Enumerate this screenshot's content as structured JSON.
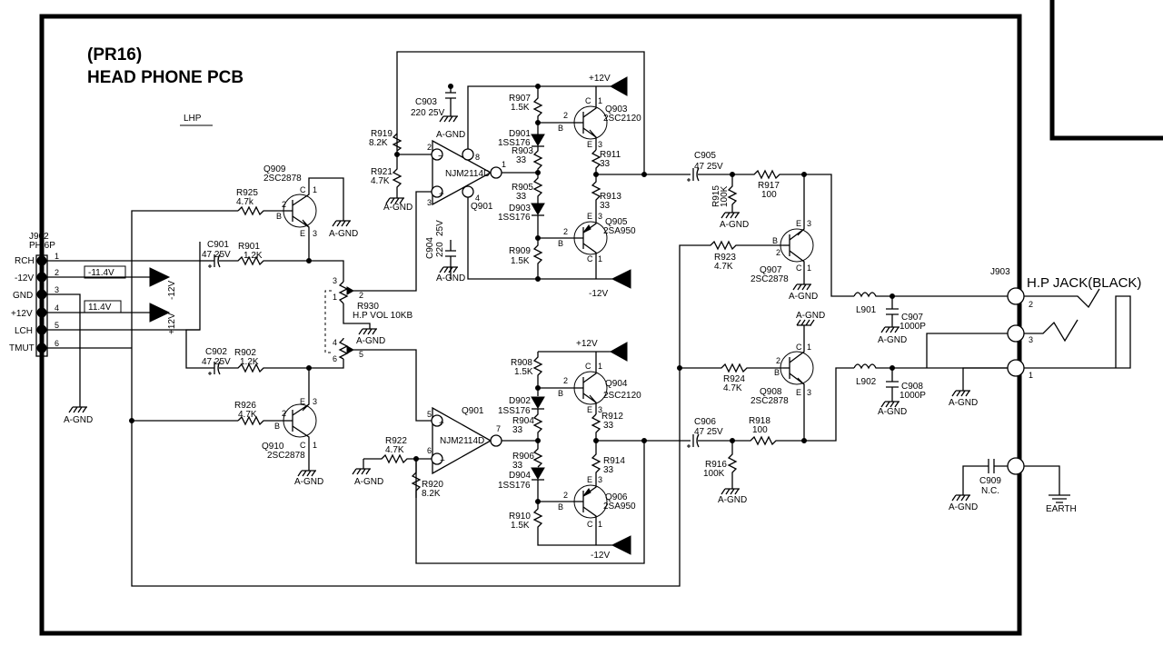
{
  "title": {
    "line1": "(PR16)",
    "line2": "HEAD PHONE PCB"
  },
  "section_label": "LHP",
  "connector_j902": {
    "ref": "J902",
    "type": "PH 6P",
    "pins": [
      {
        "name": "RCH",
        "num": "1"
      },
      {
        "name": "-12V",
        "num": "2"
      },
      {
        "name": "GND",
        "num": "3"
      },
      {
        "name": "+12V",
        "num": "4"
      },
      {
        "name": "LCH",
        "num": "5"
      },
      {
        "name": "TMUT",
        "num": "6"
      }
    ],
    "v_neg_box": "-11.4V",
    "v_pos_box": "11.4V",
    "rail_neg": "-12V",
    "rail_pos": "+12V"
  },
  "gnd_label": "A-GND",
  "earth_label": "EARTH",
  "rails": {
    "pos": "+12V",
    "neg": "-12V"
  },
  "opamps": {
    "u_top": {
      "ref": "Q901",
      "part": "NJM2114D",
      "pins": [
        "2",
        "3",
        "8",
        "4",
        "1"
      ],
      "minus": "−",
      "plus": "+"
    },
    "u_bot": {
      "ref": "Q901",
      "part": "NJM2114D",
      "pins": [
        "5",
        "6",
        "7"
      ],
      "minus": "−",
      "plus": "+"
    }
  },
  "volume": {
    "ref": "R930",
    "label": "H.P VOL 10KB",
    "pins": [
      "1",
      "2",
      "3",
      "4",
      "5",
      "6"
    ]
  },
  "caps": {
    "c901": {
      "ref": "C901",
      "value": "47   25V"
    },
    "c902": {
      "ref": "C902",
      "value": "47   25V"
    },
    "c903": {
      "ref": "C903",
      "value": "220   25V"
    },
    "c904": {
      "ref": "C904",
      "value": "220",
      "volt": "25V"
    },
    "c905": {
      "ref": "C905",
      "value": "47   25V"
    },
    "c906": {
      "ref": "C906",
      "value": "47   25V"
    },
    "c907": {
      "ref": "C907",
      "value": "1000P"
    },
    "c908": {
      "ref": "C908",
      "value": "1000P"
    },
    "c909": {
      "ref": "C909",
      "value": "N.C."
    }
  },
  "resistors": {
    "r901": {
      "ref": "R901",
      "value": "1.2K"
    },
    "r902": {
      "ref": "R902",
      "value": "1.2K"
    },
    "r903": {
      "ref": "R903",
      "value": "33"
    },
    "r904": {
      "ref": "R904",
      "value": "33"
    },
    "r905": {
      "ref": "R905",
      "value": "33"
    },
    "r906": {
      "ref": "R906",
      "value": "33"
    },
    "r907": {
      "ref": "R907",
      "value": "1.5K"
    },
    "r908": {
      "ref": "R908",
      "value": "1.5K"
    },
    "r909": {
      "ref": "R909",
      "value": "1.5K"
    },
    "r910": {
      "ref": "R910",
      "value": "1.5K"
    },
    "r911": {
      "ref": "R911",
      "value": "33"
    },
    "r912": {
      "ref": "R912",
      "value": "33"
    },
    "r913": {
      "ref": "R913",
      "value": "33"
    },
    "r914": {
      "ref": "R914",
      "value": "33"
    },
    "r915": {
      "ref": "R915",
      "value": "100K"
    },
    "r916": {
      "ref": "R916",
      "value": "100K"
    },
    "r917": {
      "ref": "R917",
      "value": "100"
    },
    "r918": {
      "ref": "R918",
      "value": "100"
    },
    "r919": {
      "ref": "R919",
      "value": "8.2K"
    },
    "r920": {
      "ref": "R920",
      "value": "8.2K"
    },
    "r921": {
      "ref": "R921",
      "value": "4.7K"
    },
    "r922": {
      "ref": "R922",
      "value": "4.7K"
    },
    "r923": {
      "ref": "R923",
      "value": "4.7K"
    },
    "r924": {
      "ref": "R924",
      "value": "4.7K"
    },
    "r925": {
      "ref": "R925",
      "value": "4.7k"
    },
    "r926": {
      "ref": "R926",
      "value": "4.7K"
    }
  },
  "diodes": {
    "d901": {
      "ref": "D901",
      "part": "1SS176"
    },
    "d902": {
      "ref": "D902",
      "part": "1SS176"
    },
    "d903": {
      "ref": "D903",
      "part": "1SS176"
    },
    "d904": {
      "ref": "D904",
      "part": "1SS176"
    }
  },
  "transistors": {
    "q903": {
      "ref": "Q903",
      "part": "2SC2120",
      "pins": [
        "1",
        "2",
        "3"
      ]
    },
    "q904": {
      "ref": "Q904",
      "part": "2SC2120",
      "pins": [
        "1",
        "2",
        "3"
      ]
    },
    "q905": {
      "ref": "Q905",
      "part": "2SA950",
      "pins": [
        "1",
        "2",
        "3"
      ]
    },
    "q906": {
      "ref": "Q906",
      "part": "2SA950",
      "pins": [
        "1",
        "2",
        "3"
      ]
    },
    "q907": {
      "ref": "Q907",
      "part": "2SC2878",
      "pins": [
        "1",
        "2",
        "3"
      ]
    },
    "q908": {
      "ref": "Q908",
      "part": "2SC2878",
      "pins": [
        "1",
        "2",
        "3"
      ]
    },
    "q909": {
      "ref": "Q909",
      "part": "2SC2878",
      "pins": [
        "1",
        "2",
        "3"
      ]
    },
    "q910": {
      "ref": "Q910",
      "part": "2SC2878",
      "pins": [
        "1",
        "2",
        "3"
      ]
    }
  },
  "inductors": {
    "l901": "L901",
    "l902": "L902"
  },
  "jack_j903": {
    "ref": "J903",
    "label": "H.P JACK(BLACK)",
    "pins": [
      "2",
      "3",
      "1"
    ]
  },
  "terminal_letters": {
    "b": "B",
    "c": "C",
    "e": "E"
  }
}
